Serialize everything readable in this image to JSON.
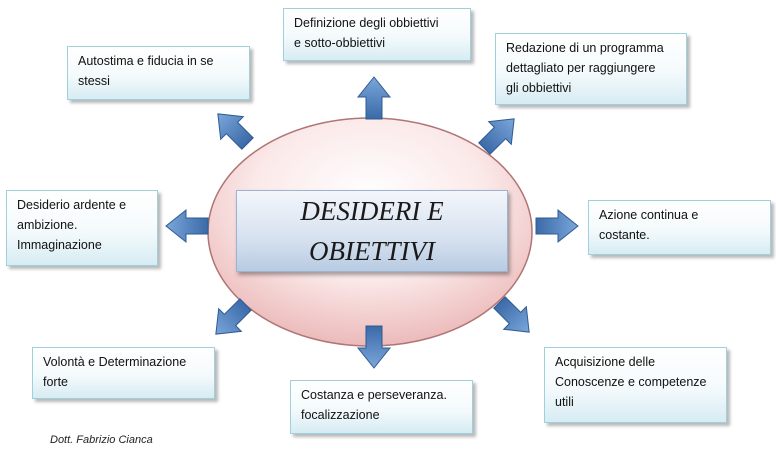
{
  "center": {
    "title": "DESIDERI E\nOBIETTIVI"
  },
  "nodes": {
    "goals_definition": "Definizione degli  obbiettivi\ne sotto-obbiettivi",
    "program": "Redazione di un programma\ndettagliato per raggiungere\ngli obbiettivi",
    "action": "Azione continua e\ncostante.",
    "knowledge": "Acquisizione delle\nConoscenze e competenze\nutili",
    "constancy": "Costanza e perseveranza.\nfocalizzazione",
    "will": "Volontà e Determinazione\nforte",
    "desire": "Desiderio ardente e\nambizione.\nImmaginazione",
    "selfesteem": "Autostima e fiducia in se\nstessi"
  },
  "footer": {
    "author": "Dott. Fabrizio Cianca"
  },
  "colors": {
    "arrow": "#4a7ebb",
    "ellipse": "#f2c6c6",
    "box_border": "#9fd0de"
  }
}
